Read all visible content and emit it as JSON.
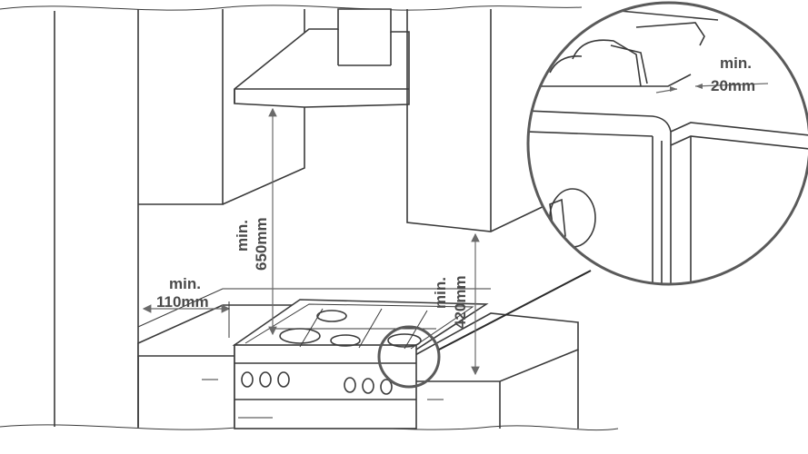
{
  "dimensions": {
    "side_clearance": {
      "label_min": "min.",
      "label_value": "110mm"
    },
    "hood_clearance": {
      "label_min": "min.",
      "label_value": "650mm"
    },
    "cabinet_clearance": {
      "label_min": "min.",
      "label_value": "420mm"
    },
    "detail_gap": {
      "label_min": "min.",
      "label_value": "20mm"
    }
  },
  "colors": {
    "line": "#3a3a3a",
    "dimension_text": "#4a4a4a",
    "detail_circle": "#5a5a5a"
  }
}
